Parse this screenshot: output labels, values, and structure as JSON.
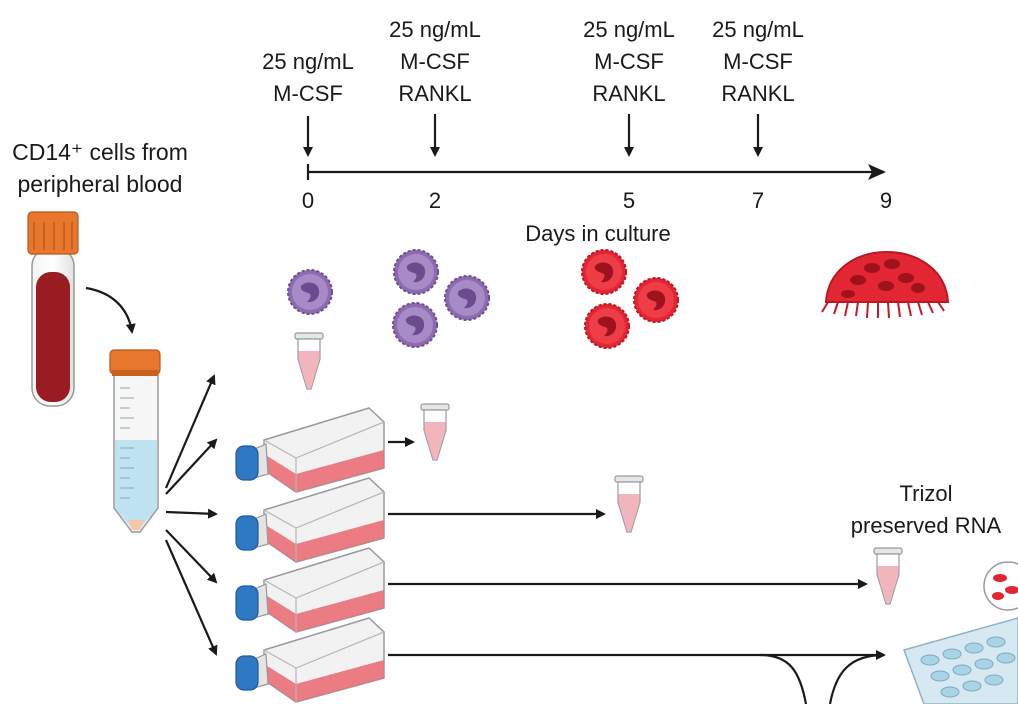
{
  "source_label": {
    "line1": "CD14⁺ cells from",
    "line2": "peripheral blood"
  },
  "treatments": [
    {
      "line1": "25 ng/mL",
      "line2": "M-CSF",
      "line3": ""
    },
    {
      "line1": "25 ng/mL",
      "line2": "M-CSF",
      "line3": "RANKL"
    },
    {
      "line1": "25 ng/mL",
      "line2": "M-CSF",
      "line3": "RANKL"
    },
    {
      "line1": "25 ng/mL",
      "line2": "M-CSF",
      "line3": "RANKL"
    }
  ],
  "timeline": {
    "ticks": [
      "0",
      "2",
      "5",
      "7",
      "9"
    ],
    "axis_label": "Days in culture"
  },
  "output_label": {
    "line1": "Trizol",
    "line2": "preserved RNA"
  },
  "colors": {
    "blood": "#9b1b22",
    "cap_orange": "#e8772e",
    "medium_blue": "#bfe3f0",
    "flask_medium": "#ea6f77",
    "cap_blue": "#2f78c4",
    "tube_pink": "#f3b5bd",
    "macrophage": "#8e6bb0",
    "osteoclast": "#e32634"
  }
}
